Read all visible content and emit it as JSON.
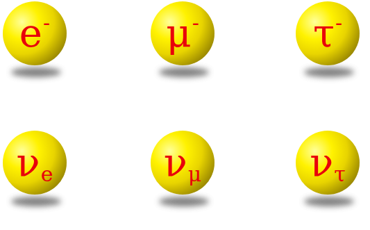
{
  "diagram": {
    "nodes": [
      {
        "text": [
          "e",
          "-"
        ]
      },
      {
        "text": [
          "μ",
          "-"
        ]
      },
      {
        "text": [
          "τ",
          "-"
        ]
      },
      {
        "text": [
          "ν",
          "e"
        ]
      },
      {
        "text": [
          "ν",
          "μ"
        ]
      },
      {
        "text": [
          "ν",
          "τ"
        ]
      }
    ]
  }
}
